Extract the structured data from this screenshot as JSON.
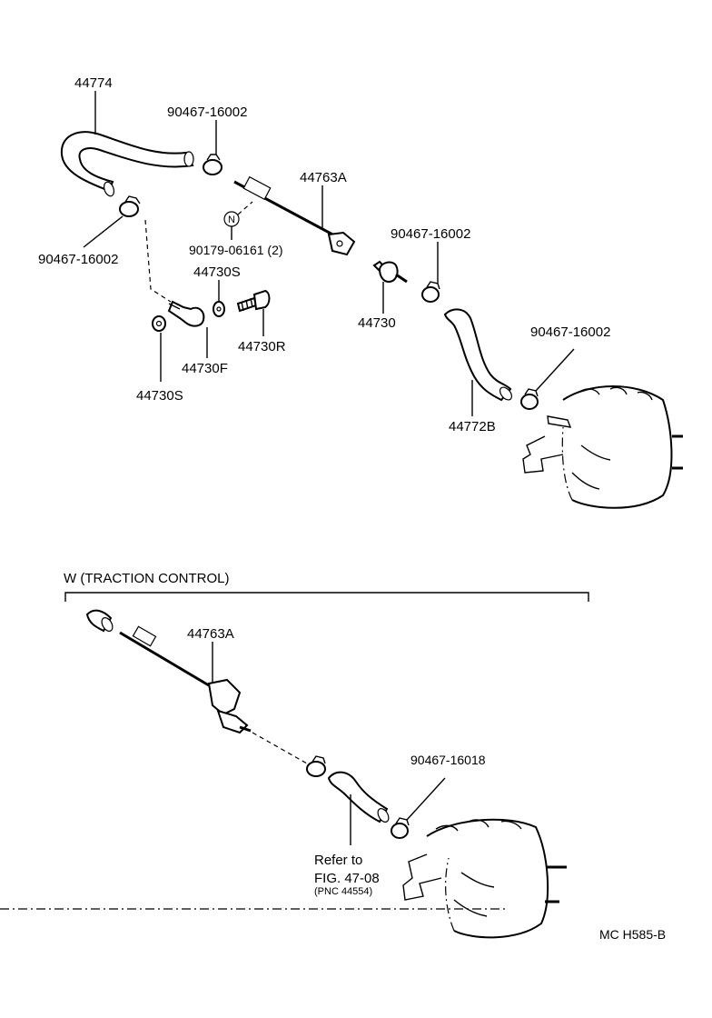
{
  "labels": {
    "hose_44774": "44774",
    "clamp_top": "90467-16002",
    "clamp_left": "90467-16002",
    "pipe_44763a": "44763A",
    "nut_90179": "90179-06161 (2)",
    "washer_44730s_top": "44730S",
    "check_44730": "44730",
    "check_44730r": "44730R",
    "check_44730f": "44730F",
    "washer_44730s_bottom": "44730S",
    "clamp_mid": "90467-16002",
    "clamp_right": "90467-16002",
    "hose_44772b": "44772B",
    "nut_marker": "N"
  },
  "section_w": {
    "title": "W (TRACTION CONTROL)",
    "pipe_44763a": "44763A",
    "clamp": "90467-16018",
    "refer_line1": "Refer to",
    "refer_line2": "FIG. 47-08",
    "refer_line3": "(PNC 44554)"
  },
  "figure_code": "MC H585-B"
}
